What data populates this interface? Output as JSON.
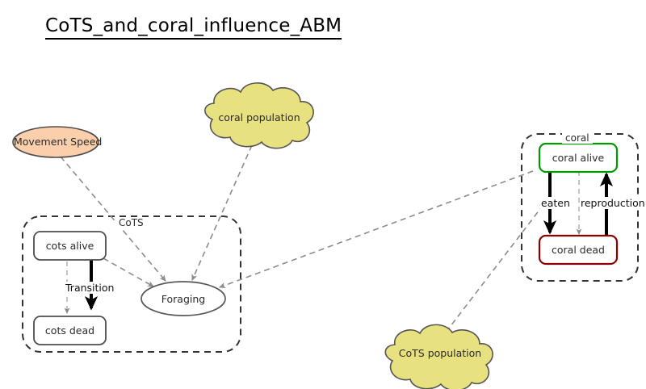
{
  "title": "CoTS_and_coral_influence_ABM",
  "colors": {
    "background": "#ffffff",
    "dashed_edge": "#8c8c8c",
    "solid_edge": "#000000",
    "param_ellipse_fill": "#fbcfab",
    "param_ellipse_stroke": "#4d4d4d",
    "cloud_fill": "#e8e17f",
    "cloud_stroke": "#555555",
    "state_box_stroke": "#4d4d4d",
    "coral_alive_stroke": "#009900",
    "coral_dead_stroke": "#8b0000",
    "container_stroke": "#333333",
    "text": "#1a1a1a"
  },
  "containers": [
    {
      "id": "cots",
      "label": "CoTS"
    },
    {
      "id": "coral",
      "label": "coral"
    }
  ],
  "nodes": {
    "movement_speed": {
      "label": "Movement Speed",
      "shape": "ellipse",
      "kind": "parameter"
    },
    "coral_population": {
      "label": "coral population",
      "shape": "cloud",
      "kind": "population"
    },
    "cots_population": {
      "label": "CoTS population",
      "shape": "cloud",
      "kind": "population"
    },
    "cots_alive": {
      "label": "cots alive",
      "shape": "rounded-rect",
      "kind": "state"
    },
    "cots_dead": {
      "label": "cots dead",
      "shape": "rounded-rect",
      "kind": "state"
    },
    "foraging": {
      "label": "Foraging",
      "shape": "ellipse",
      "kind": "behaviour"
    },
    "coral_alive": {
      "label": "coral alive",
      "shape": "rounded-rect",
      "kind": "state"
    },
    "coral_dead": {
      "label": "coral dead",
      "shape": "rounded-rect",
      "kind": "state"
    }
  },
  "edge_labels": {
    "transition": "Transition",
    "eaten": "eaten",
    "reproduction": "reproduction"
  },
  "edges": [
    {
      "from": "movement_speed",
      "to": "foraging",
      "style": "dashed",
      "label": ""
    },
    {
      "from": "coral_population",
      "to": "foraging",
      "style": "dashed",
      "label": ""
    },
    {
      "from": "cots_alive",
      "to": "foraging",
      "style": "dashed",
      "label": ""
    },
    {
      "from": "cots_alive",
      "to": "cots_dead",
      "style": "dashed",
      "label": ""
    },
    {
      "from": "cots_alive",
      "to": "cots_dead",
      "style": "solid",
      "label": "Transition"
    },
    {
      "from": "coral_alive",
      "to": "foraging",
      "style": "dashed",
      "label": ""
    },
    {
      "from": "coral_alive",
      "to": "coral_dead",
      "style": "solid",
      "label": "eaten"
    },
    {
      "from": "coral_alive",
      "to": "coral_dead",
      "style": "dashed",
      "label": ""
    },
    {
      "from": "coral_dead",
      "to": "coral_alive",
      "style": "solid",
      "label": "reproduction"
    },
    {
      "from": "cots_population",
      "to": "eaten",
      "style": "dashed",
      "label": ""
    }
  ]
}
